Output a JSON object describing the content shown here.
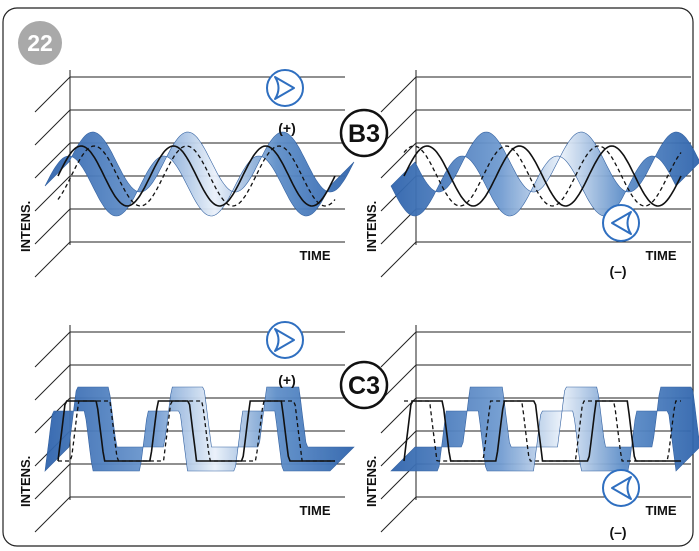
{
  "figure_number": "22",
  "panels": [
    {
      "id": "top-left",
      "wave": "sine",
      "axis_y": "INTENS.",
      "axis_x": "TIME"
    },
    {
      "id": "top-right",
      "wave": "sine",
      "axis_y": "INTENS.",
      "axis_x": "TIME"
    },
    {
      "id": "bottom-left",
      "wave": "square",
      "axis_y": "INTENS.",
      "axis_x": "TIME"
    },
    {
      "id": "bottom-right",
      "wave": "square",
      "axis_y": "INTENS.",
      "axis_x": "TIME"
    }
  ],
  "modes": {
    "top": "B3",
    "bottom": "C3"
  },
  "direction": {
    "plus": {
      "label": "(+)",
      "icon": "chevron-right-icon"
    },
    "minus": {
      "label": "(–)",
      "icon": "chevron-left-icon"
    }
  },
  "colors": {
    "ribbon": "#3a72b8",
    "ribbon_light": "#b9cfe9",
    "badge": "#a9a9a9",
    "stroke": "#222222"
  }
}
